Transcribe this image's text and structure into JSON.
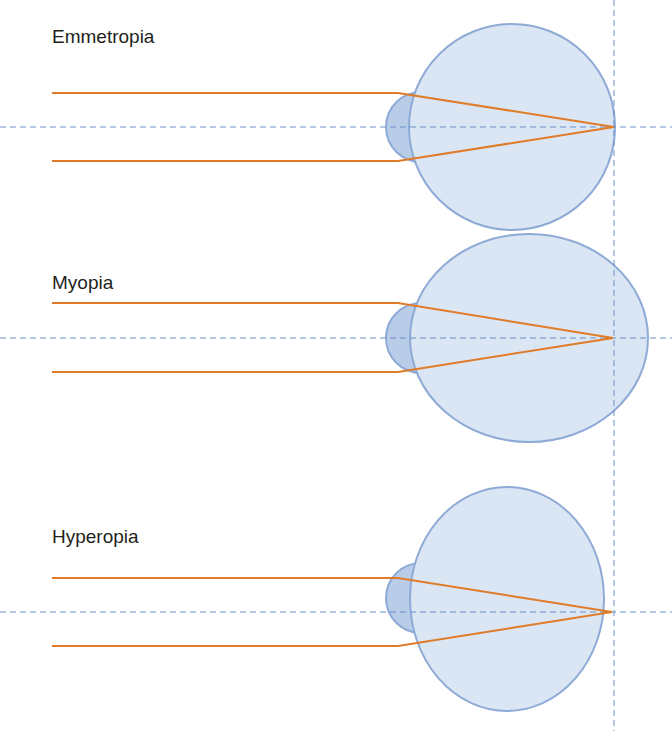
{
  "diagram": {
    "labels": [
      "Emmetropia",
      "Myopia",
      "Hyperopia"
    ]
  }
}
